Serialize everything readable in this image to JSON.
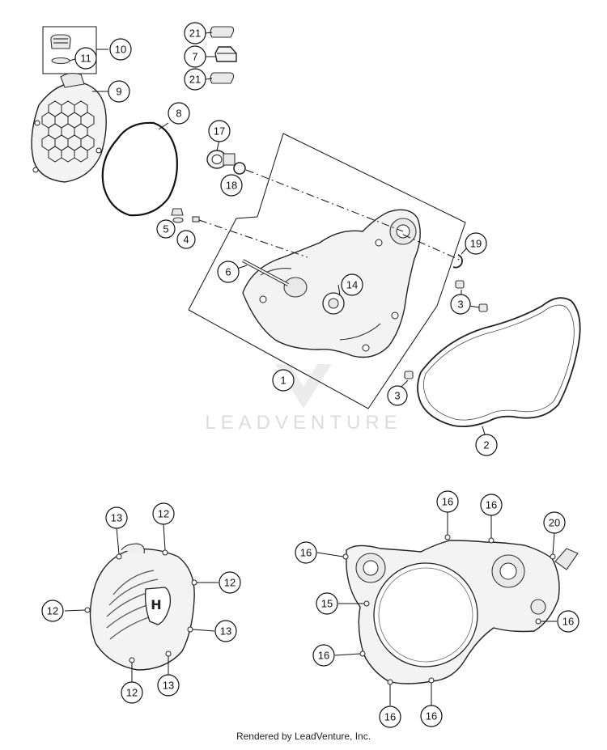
{
  "watermark": "LEADVENTURE",
  "footer": "Rendered by LeadVenture, Inc.",
  "callouts": [
    {
      "id": "c10",
      "label": "10"
    },
    {
      "id": "c11",
      "label": "11"
    },
    {
      "id": "c21a",
      "label": "21"
    },
    {
      "id": "c7",
      "label": "7"
    },
    {
      "id": "c21b",
      "label": "21"
    },
    {
      "id": "c9",
      "label": "9"
    },
    {
      "id": "c8",
      "label": "8"
    },
    {
      "id": "c17",
      "label": "17"
    },
    {
      "id": "c18",
      "label": "18"
    },
    {
      "id": "c5",
      "label": "5"
    },
    {
      "id": "c4",
      "label": "4"
    },
    {
      "id": "c19",
      "label": "19"
    },
    {
      "id": "c6",
      "label": "6"
    },
    {
      "id": "c14",
      "label": "14"
    },
    {
      "id": "c3a",
      "label": "3"
    },
    {
      "id": "c1",
      "label": "1"
    },
    {
      "id": "c3b",
      "label": "3"
    },
    {
      "id": "c2",
      "label": "2"
    },
    {
      "id": "c13a",
      "label": "13"
    },
    {
      "id": "c12a",
      "label": "12"
    },
    {
      "id": "c12b",
      "label": "12"
    },
    {
      "id": "c12c",
      "label": "12"
    },
    {
      "id": "c13b",
      "label": "13"
    },
    {
      "id": "c12d",
      "label": "12"
    },
    {
      "id": "c13c",
      "label": "13"
    },
    {
      "id": "c16a",
      "label": "16"
    },
    {
      "id": "c16b",
      "label": "16"
    },
    {
      "id": "c20",
      "label": "20"
    },
    {
      "id": "c16c",
      "label": "16"
    },
    {
      "id": "c15",
      "label": "15"
    },
    {
      "id": "c16d",
      "label": "16"
    },
    {
      "id": "c16e",
      "label": "16"
    },
    {
      "id": "c16f",
      "label": "16"
    },
    {
      "id": "c16g",
      "label": "16"
    }
  ]
}
